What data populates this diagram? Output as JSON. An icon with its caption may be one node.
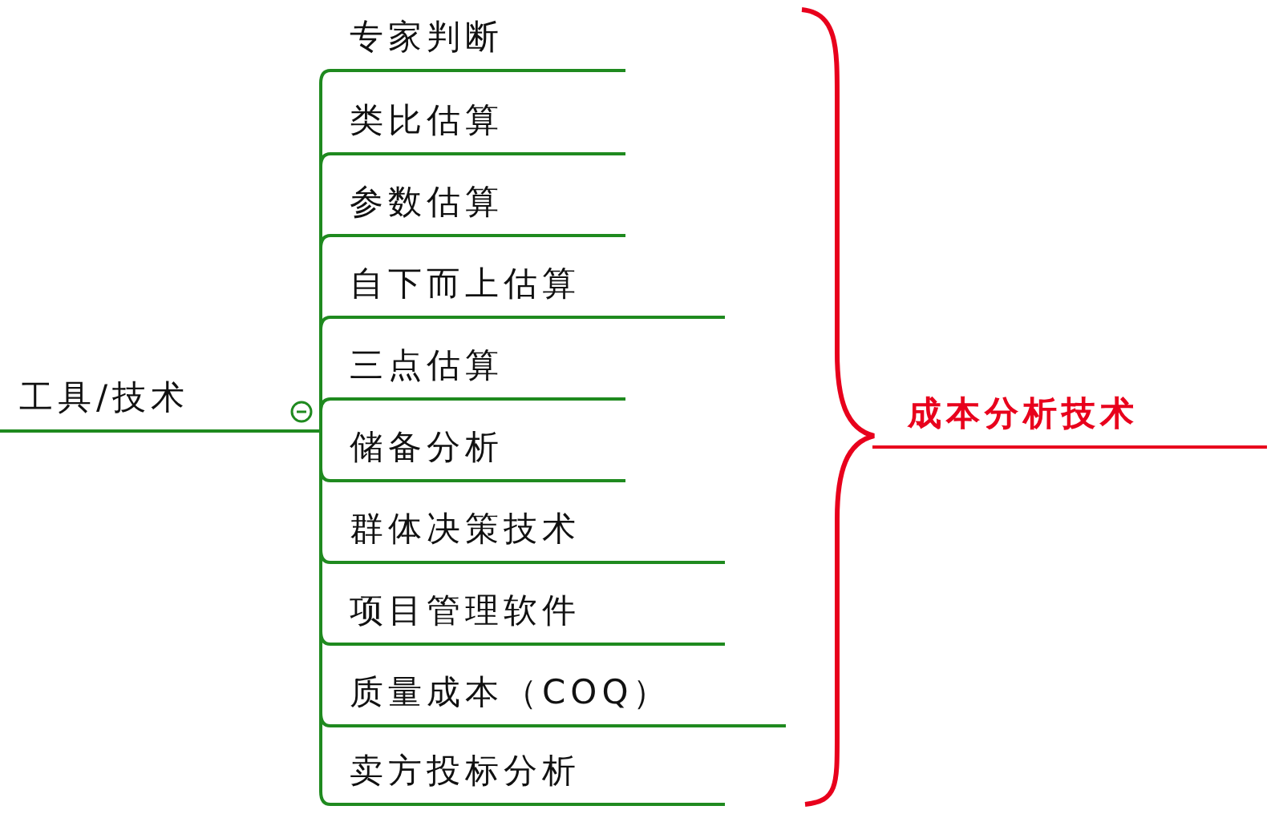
{
  "diagram": {
    "nodes": [
      {
        "text": [
          "工具/技术"
        ]
      },
      {
        "text": [
          "专家判断"
        ]
      },
      {
        "text": [
          "类比估算"
        ]
      },
      {
        "text": [
          "参数估算"
        ]
      },
      {
        "text": [
          "自下而上估算"
        ]
      },
      {
        "text": [
          "三点估算"
        ]
      },
      {
        "text": [
          "储备分析"
        ]
      },
      {
        "text": [
          "群体决策技术"
        ]
      },
      {
        "text": [
          "项目管理软件"
        ]
      },
      {
        "text": [
          "质量成本（COQ）"
        ]
      },
      {
        "text": [
          "卖方投标分析"
        ]
      },
      {
        "text": [
          "成本分析技术"
        ]
      }
    ],
    "edges": [
      {
        "from": 0,
        "to": 1,
        "arrow": "none"
      },
      {
        "from": 0,
        "to": 2,
        "arrow": "none"
      },
      {
        "from": 0,
        "to": 3,
        "arrow": "none"
      },
      {
        "from": 0,
        "to": 4,
        "arrow": "none"
      },
      {
        "from": 0,
        "to": 5,
        "arrow": "none"
      },
      {
        "from": 0,
        "to": 6,
        "arrow": "none"
      },
      {
        "from": 0,
        "to": 7,
        "arrow": "none"
      },
      {
        "from": 0,
        "to": 8,
        "arrow": "none"
      },
      {
        "from": 0,
        "to": 9,
        "arrow": "none"
      },
      {
        "from": 0,
        "to": 10,
        "arrow": "none"
      }
    ]
  }
}
